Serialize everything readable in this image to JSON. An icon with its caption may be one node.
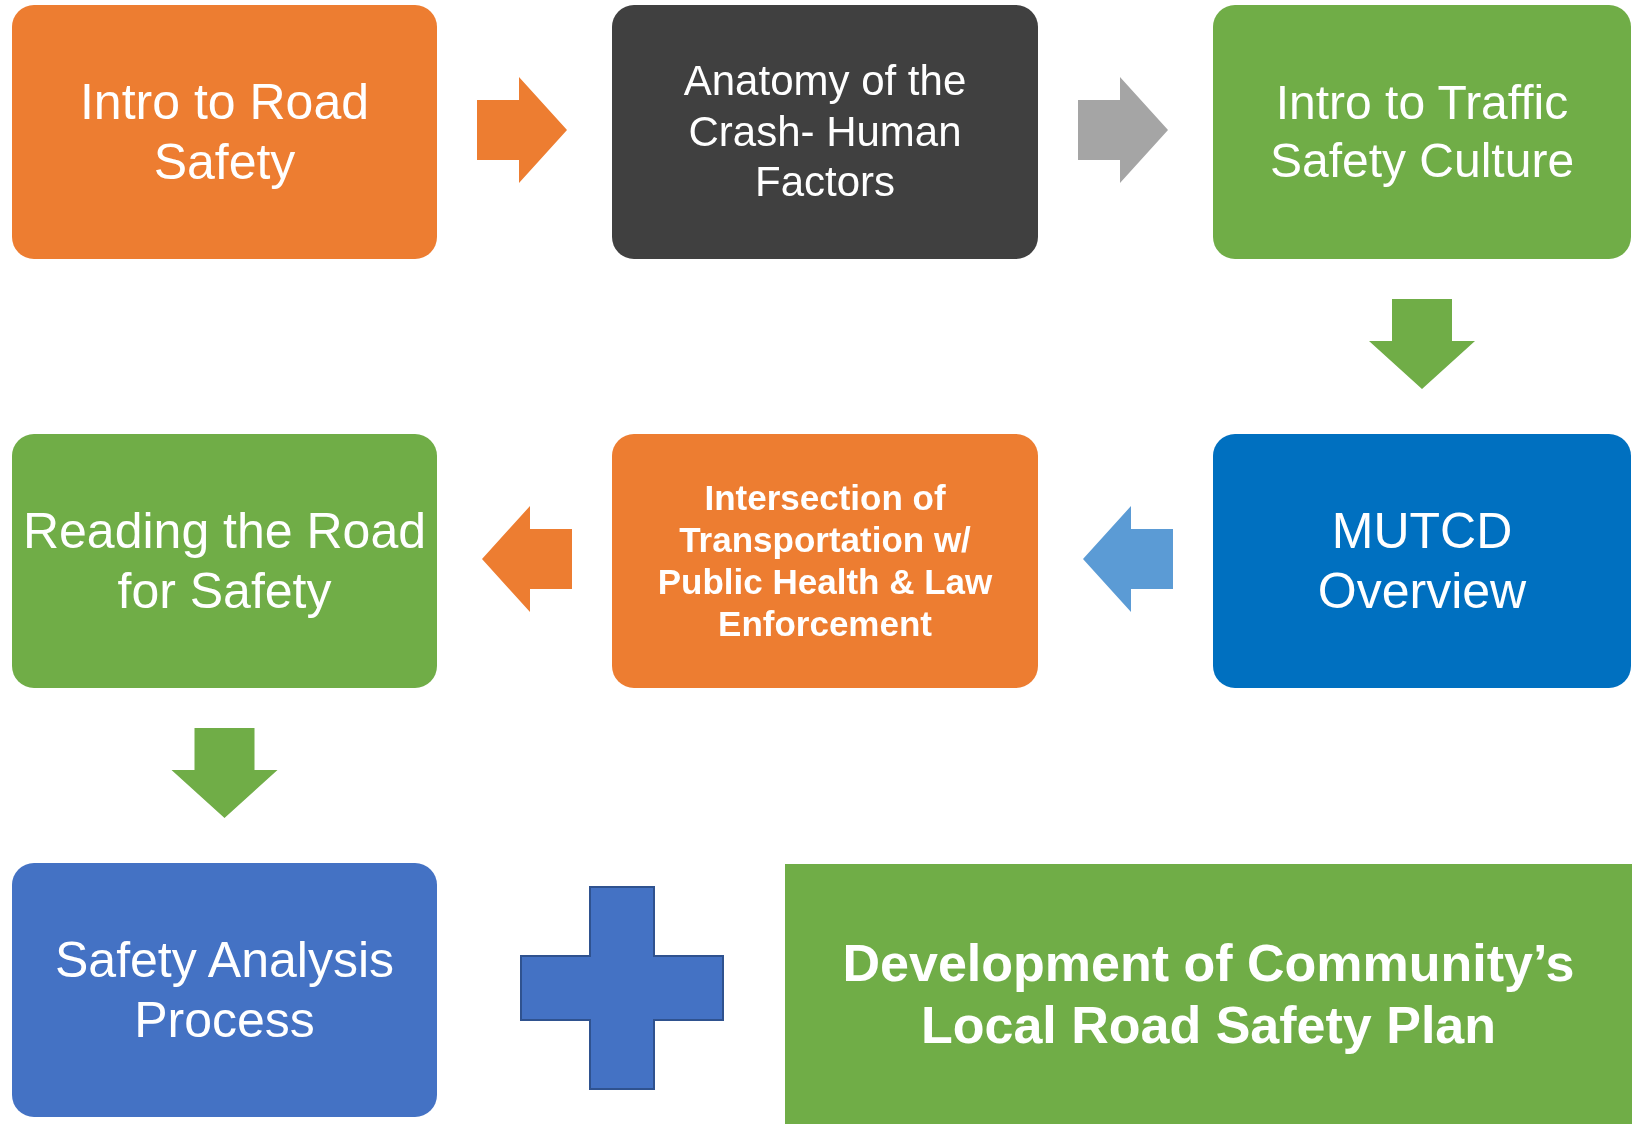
{
  "diagram": {
    "nodes": [
      {
        "text": [
          "Intro to Road Safety"
        ]
      },
      {
        "text": [
          "Anatomy of the Crash- Human Factors"
        ]
      },
      {
        "text": [
          "Intro to Traffic Safety Culture"
        ]
      },
      {
        "text": [
          "MUTCD Overview"
        ]
      },
      {
        "text": [
          "Intersection of Transportation w/ Public Health & Law Enforcement"
        ]
      },
      {
        "text": [
          "Reading the Road for Safety"
        ]
      },
      {
        "text": [
          "Safety Analysis Process"
        ]
      },
      {
        "text": [
          "Development of Community’s Local Road Safety Plan"
        ]
      }
    ],
    "edges": [
      {
        "from": 0,
        "to": 1,
        "arrow": "to",
        "color": "#ed7d31"
      },
      {
        "from": 1,
        "to": 2,
        "arrow": "to",
        "color": "#a5a5a5"
      },
      {
        "from": 2,
        "to": 3,
        "arrow": "to"
      },
      {
        "from": 3,
        "to": 4,
        "arrow": "to",
        "color": "#5b9bd5"
      },
      {
        "from": 4,
        "to": 5,
        "arrow": "to",
        "color": "#ed7d31"
      },
      {
        "from": 5,
        "to": 6,
        "arrow": "to"
      }
    ]
  }
}
